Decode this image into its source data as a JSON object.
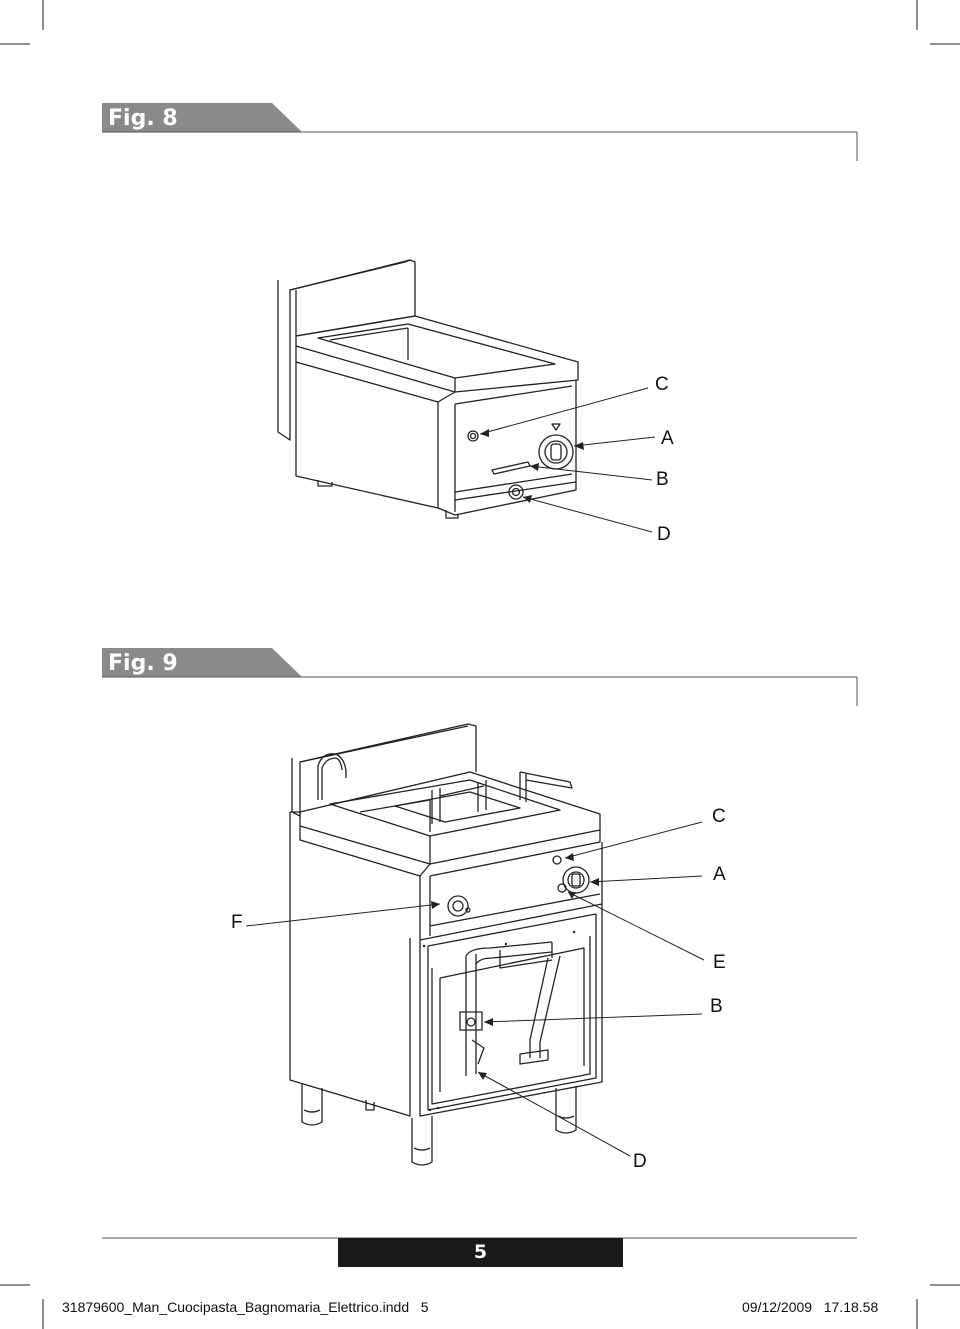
{
  "figures": [
    {
      "title": "Fig. 8",
      "callouts": [
        "C",
        "A",
        "B",
        "D"
      ]
    },
    {
      "title": "Fig. 9",
      "callouts": [
        "C",
        "A",
        "F",
        "E",
        "B",
        "D"
      ]
    }
  ],
  "page": {
    "number": "5"
  },
  "footer": {
    "filename": "31879600_Man_Cuocipasta_Bagnomaria_Elettrico.indd   5",
    "datetime": "09/12/2009   17.18.58"
  },
  "colors": {
    "tab_gray": "#8a8a8a",
    "page_box": "#1a1a1a",
    "line": "#222222"
  }
}
